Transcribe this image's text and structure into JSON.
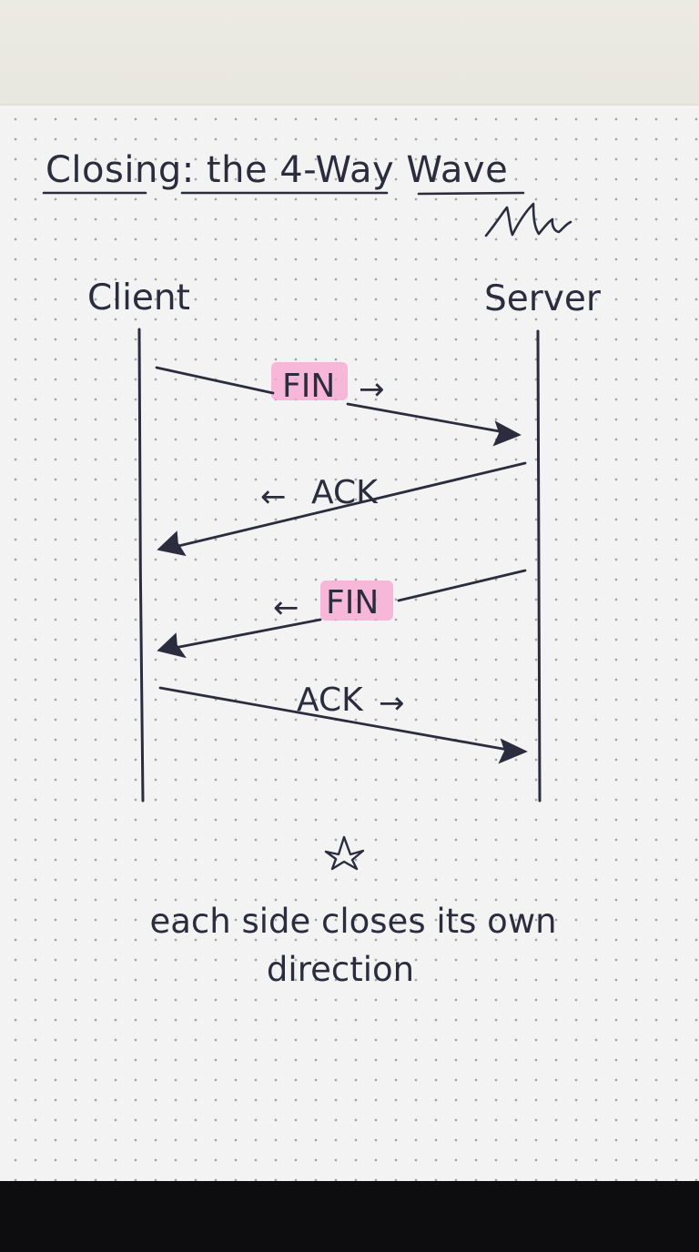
{
  "diagram": {
    "title": "Closing: the 4-Way Wave",
    "participants": {
      "client": "Client",
      "server": "Server"
    },
    "messages": [
      {
        "label": "FIN",
        "arrow_glyph": "→",
        "from": "Client",
        "to": "Server",
        "highlighted": true
      },
      {
        "label": "ACK",
        "arrow_glyph": "←",
        "from": "Server",
        "to": "Client",
        "highlighted": false
      },
      {
        "label": "FIN",
        "arrow_glyph": "←",
        "from": "Server",
        "to": "Client",
        "highlighted": true
      },
      {
        "label": "ACK",
        "arrow_glyph": "→",
        "from": "Client",
        "to": "Server",
        "highlighted": false
      }
    ],
    "note": {
      "line1": "each side closes its own",
      "line2": "direction"
    },
    "icons": [
      "wave-doodle-icon",
      "star-icon"
    ],
    "colors": {
      "ink": "#2b2d3e",
      "highlight": "#f7a8d2",
      "paper": "#f3f3f3",
      "desk": "#0d0d0f"
    }
  }
}
